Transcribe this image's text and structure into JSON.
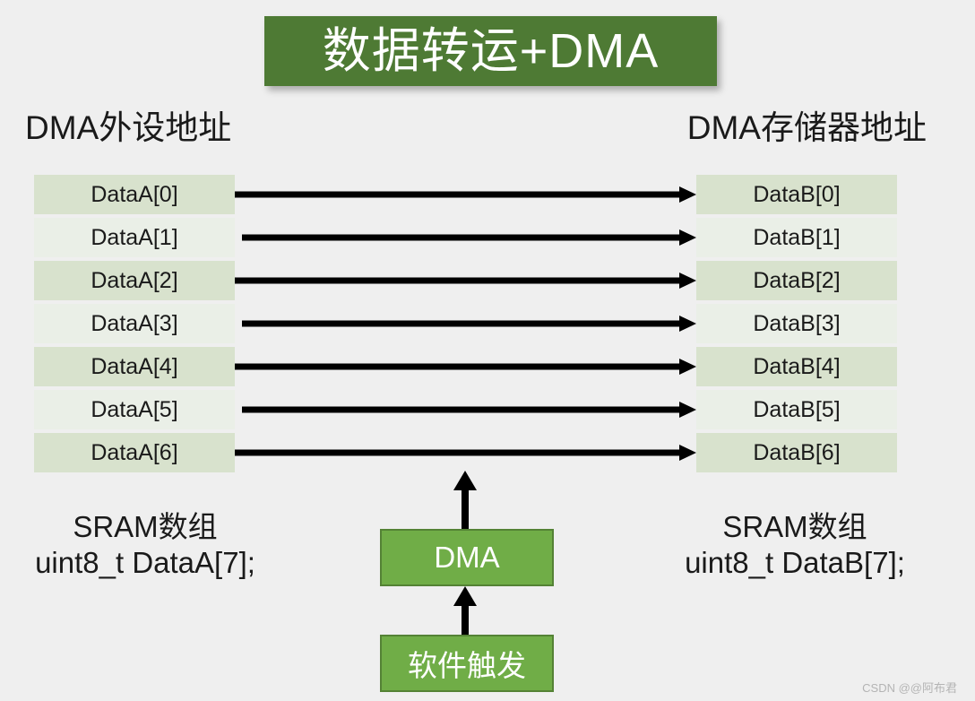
{
  "title": {
    "text": "数据转运+DMA",
    "banner_color": "#4e7a34",
    "text_color": "#ffffff"
  },
  "headers": {
    "left": "DMA外设地址",
    "right": "DMA存储器地址"
  },
  "columns": {
    "left": {
      "cells": [
        "DataA[0]",
        "DataA[1]",
        "DataA[2]",
        "DataA[3]",
        "DataA[4]",
        "DataA[5]",
        "DataA[6]"
      ]
    },
    "right": {
      "cells": [
        "DataB[0]",
        "DataB[1]",
        "DataB[2]",
        "DataB[3]",
        "DataB[4]",
        "DataB[5]",
        "DataB[6]"
      ]
    }
  },
  "captions": {
    "left": {
      "line1": "SRAM数组",
      "line2": "uint8_t DataA[7];"
    },
    "right": {
      "line1": "SRAM数组",
      "line2": "uint8_t DataB[7];"
    }
  },
  "boxes": {
    "dma": "DMA",
    "trigger": "软件触发"
  },
  "watermark": "CSDN @@阿布君",
  "colors": {
    "cell_dark": "#d8e2cd",
    "cell_light": "#eaefe7",
    "box_green": "#70ad47",
    "box_border": "#548235",
    "arrow": "#000000",
    "background": "#efefef"
  }
}
